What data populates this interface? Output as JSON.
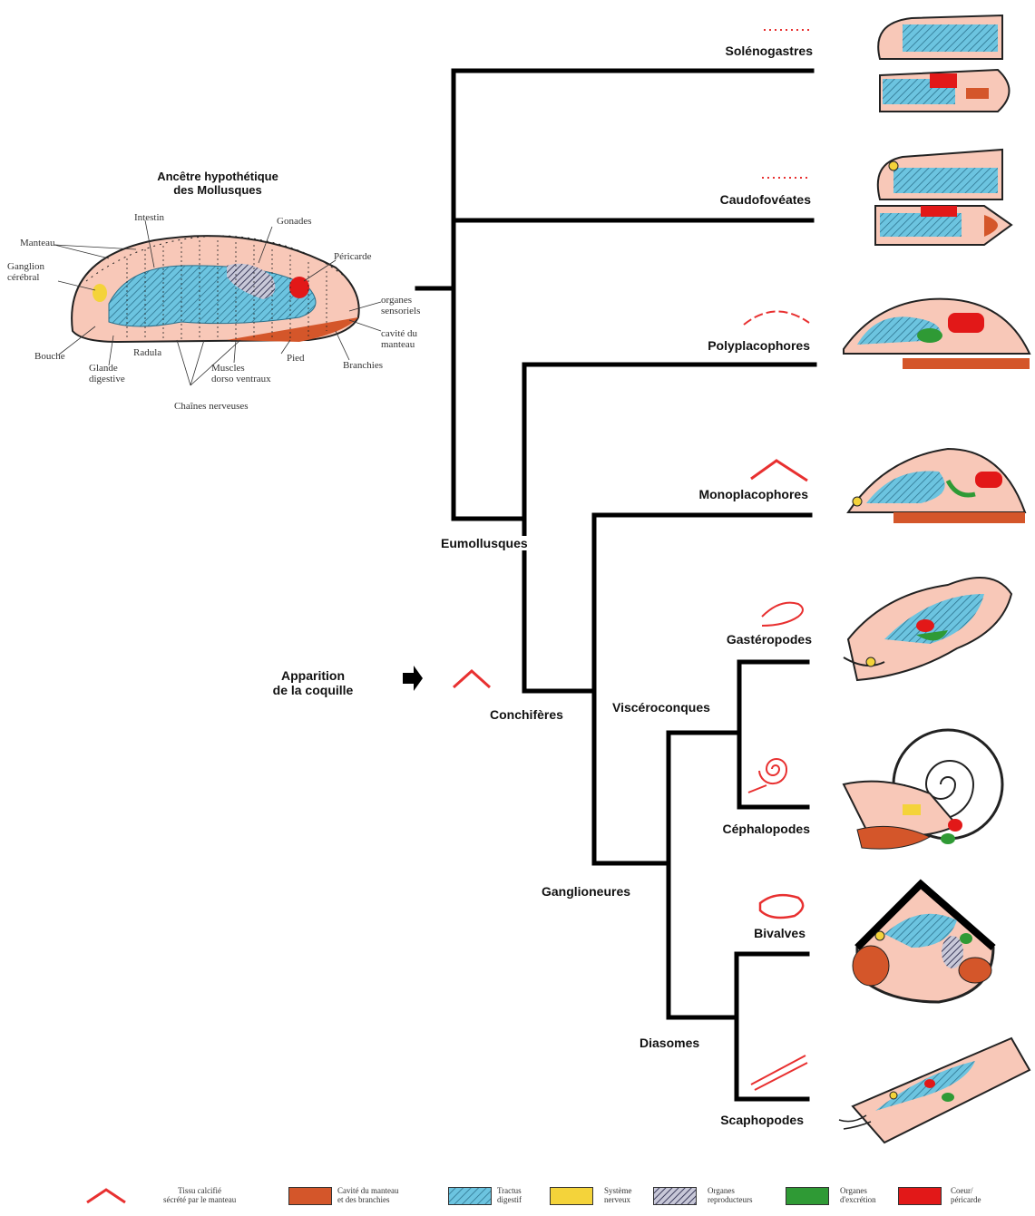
{
  "ancestor": {
    "title_line1": "Ancêtre hypothétique",
    "title_line2": "des Mollusques",
    "labels": {
      "manteau": "Manteau",
      "ganglion1": "Ganglion",
      "ganglion2": "cérébral",
      "intestin": "Intestin",
      "gonades": "Gonades",
      "pericarde": "Péricarde",
      "organes1": "organes",
      "organes2": "sensoriels",
      "cavite1": "cavité du",
      "cavite2": "manteau",
      "bouche": "Bouche",
      "radula": "Radula",
      "glande1": "Glande",
      "glande2": "digestive",
      "muscles1": "Muscles",
      "muscles2": "dorso ventraux",
      "pied": "Pied",
      "branchies": "Branchies",
      "chaines": "Chaînes nerveuses"
    }
  },
  "taxa": [
    {
      "name": "Solénogastres"
    },
    {
      "name": "Caudofovéates"
    },
    {
      "name": "Polyplacophores"
    },
    {
      "name": "Monoplacophores"
    },
    {
      "name": "Gastéropodes"
    },
    {
      "name": "Céphalopodes"
    },
    {
      "name": "Bivalves"
    },
    {
      "name": "Scaphopodes"
    }
  ],
  "clades": {
    "eumollusques": "Eumollusques",
    "conchiferes": "Conchifères",
    "visceroconques": "Viscéroconques",
    "ganglioneures": "Ganglioneures",
    "diasomes": "Diasomes"
  },
  "shell_event": {
    "line1": "Apparition",
    "line2": "de la coquille"
  },
  "legend": [
    {
      "line1": "Tissu calcifié",
      "line2": "sécrété par le manteau",
      "color": "#e83030",
      "kind": "chevron"
    },
    {
      "line1": "Cavité du manteau",
      "line2": "et des branchies",
      "color": "#d4562a",
      "kind": "solid"
    },
    {
      "line1": "Tractus",
      "line2": "digestif",
      "color": "#6cc4e0",
      "kind": "hatch"
    },
    {
      "line1": "Système",
      "line2": "nerveux",
      "color": "#f4d33a",
      "kind": "solid"
    },
    {
      "line1": "Organes",
      "line2": "reproducteurs",
      "color": "#8a8aa8",
      "kind": "hatch"
    },
    {
      "line1": "Organes",
      "line2": "d'excrétion",
      "color": "#2f9a35",
      "kind": "solid"
    },
    {
      "line1": "Coeur/",
      "line2": "péricarde",
      "color": "#e21818",
      "kind": "solid"
    }
  ],
  "colors": {
    "body": "#f8c8b8",
    "tree": "#000000",
    "shell": "#e83030"
  }
}
